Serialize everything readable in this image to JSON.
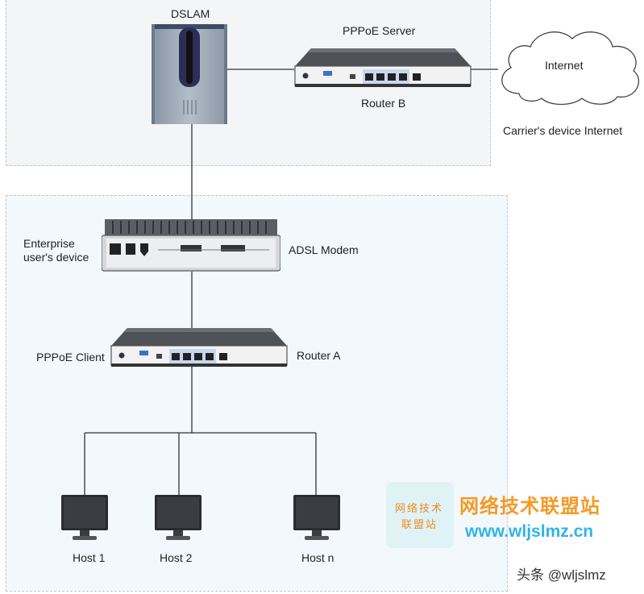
{
  "labels": {
    "dslam": "DSLAM",
    "pppoe_server": "PPPoE Server",
    "router_b": "Router B",
    "internet": "Internet",
    "carrier": "Carrier's device Internet",
    "enterprise_line1": "Enterprise",
    "enterprise_line2": "user's device",
    "adsl_modem": "ADSL Modem",
    "pppoe_client": "PPPoE Client",
    "router_a": "Router A",
    "host1": "Host 1",
    "host2": "Host 2",
    "hostn": "Host n"
  },
  "watermark": {
    "badge_line1": "网络技术",
    "badge_line2": "联盟站",
    "title": "网络技术联盟站",
    "url": "www.wljslmz.cn",
    "brand": "头条 @wljslmz"
  },
  "colors": {
    "zone_top_bg": "#f4f5f6",
    "zone_bottom_bg": "#f3f8fc",
    "line": "#333333",
    "watermark_orange": "#f39a26",
    "watermark_blue": "#31b4e6"
  },
  "icons": [
    "dslam-icon",
    "router-icon",
    "cloud-icon",
    "modem-icon",
    "monitor-icon"
  ]
}
